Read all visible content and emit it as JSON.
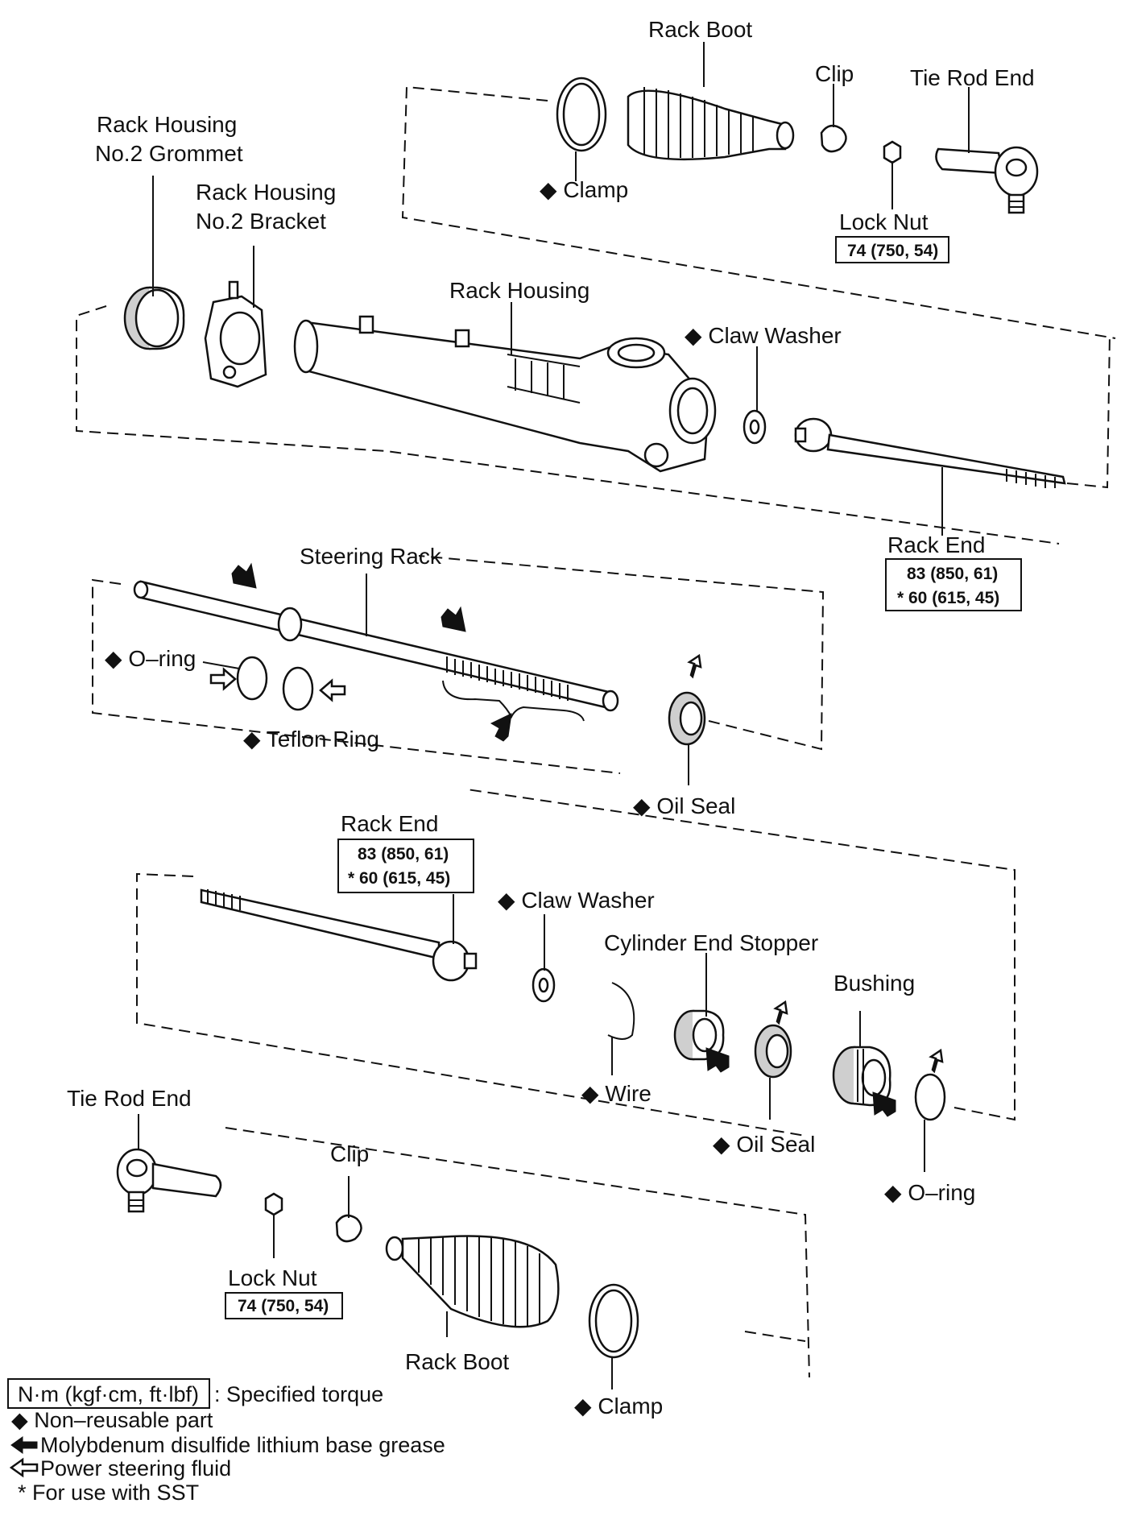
{
  "labels": {
    "rack_boot_top": "Rack Boot",
    "clip_top": "Clip",
    "tie_rod_end_top": "Tie Rod End",
    "clamp_top": "◆ Clamp",
    "lock_nut_top": "Lock Nut",
    "lock_nut_top_torque": "74 (750, 54)",
    "grommet_line1": "Rack Housing",
    "grommet_line2": "No.2 Grommet",
    "bracket_line1": "Rack Housing",
    "bracket_line2": "No.2 Bracket",
    "rack_housing": "Rack Housing",
    "claw_washer_top": "◆ Claw Washer",
    "rack_end_right": "Rack End",
    "rack_end_right_torque1": "83 (850, 61)",
    "rack_end_right_torque2": "* 60 (615, 45)",
    "steering_rack": "Steering Rack",
    "o_ring_left": "◆ O–ring",
    "teflon_ring": "◆ Teflon Ring",
    "oil_seal_mid": "◆ Oil Seal",
    "rack_end_left": "Rack End",
    "rack_end_left_torque1": "83 (850, 61)",
    "rack_end_left_torque2": "* 60 (615, 45)",
    "claw_washer_lower": "◆ Claw Washer",
    "cylinder_end_stopper": "Cylinder End Stopper",
    "bushing": "Bushing",
    "wire": "◆ Wire",
    "oil_seal_lower": "◆ Oil Seal",
    "o_ring_right": "◆ O–ring",
    "tie_rod_end_bottom": "Tie Rod End",
    "clip_bottom": "Clip",
    "lock_nut_bottom": "Lock Nut",
    "lock_nut_bottom_torque": "74 (750, 54)",
    "rack_boot_bottom": "Rack Boot",
    "clamp_bottom": "◆ Clamp"
  },
  "legend": {
    "torque_box": "N·m (kgf·cm, ft·lbf)",
    "torque_text": ": Specified torque",
    "non_reusable": "◆ Non–reusable part",
    "grease": "Molybdenum disulfide lithium base grease",
    "fluid": "Power steering fluid",
    "sst": "*  For use with SST"
  },
  "colors": {
    "ink": "#111111",
    "paper": "#ffffff"
  }
}
